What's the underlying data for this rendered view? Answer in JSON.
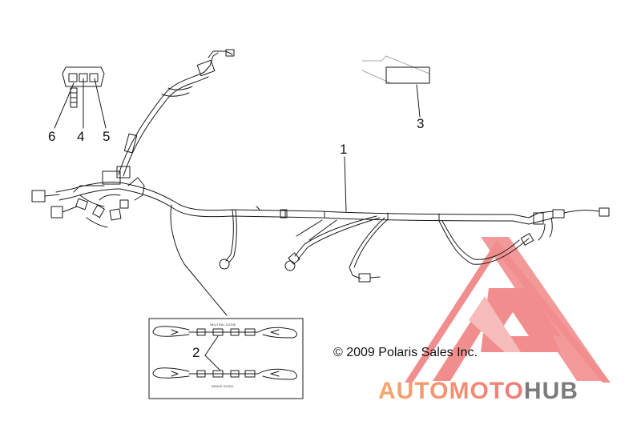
{
  "callouts": [
    "1",
    "2",
    "3",
    "4",
    "5",
    "6"
  ],
  "copyright": "© 2009 Polaris Sales Inc.",
  "inset": {
    "top_caption": "NEUTRAL DIODE",
    "bottom_caption": "BRAKE DIODE"
  },
  "watermark": {
    "part1": "AUTOMOTO",
    "part2": "HUB",
    "color_primary": "#f07a7a",
    "color_secondary": "#f6a76a",
    "color_gray": "#7b7b7b"
  },
  "colors": {
    "line": "#1a1a1a"
  }
}
